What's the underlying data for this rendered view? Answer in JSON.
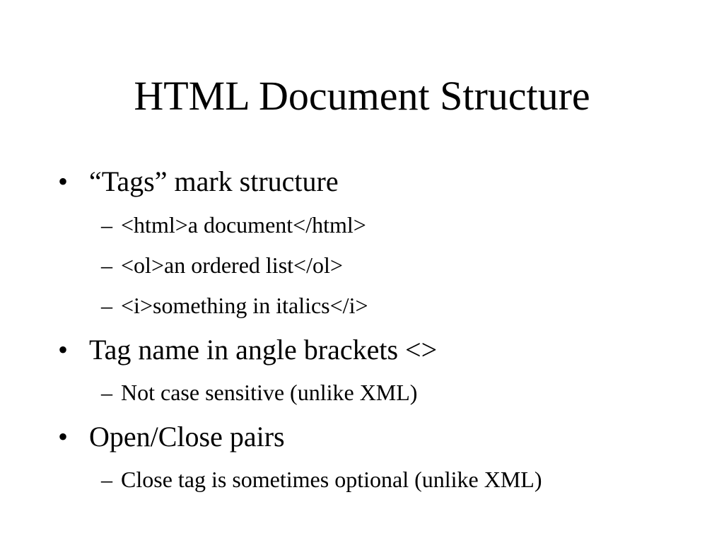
{
  "slide": {
    "title": "HTML Document Structure",
    "bullets": [
      {
        "text": "“Tags” mark structure",
        "subitems": [
          "<html>a document</html>",
          "<ol>an ordered list</ol>",
          "<i>something in italics</i>"
        ]
      },
      {
        "text": "Tag name in angle brackets <>",
        "subitems": [
          "Not case sensitive (unlike XML)"
        ]
      },
      {
        "text": "Open/Close pairs",
        "subitems": [
          "Close tag is sometimes optional (unlike XML)"
        ]
      }
    ],
    "bullet_glyph": "•",
    "dash_glyph": "–"
  }
}
